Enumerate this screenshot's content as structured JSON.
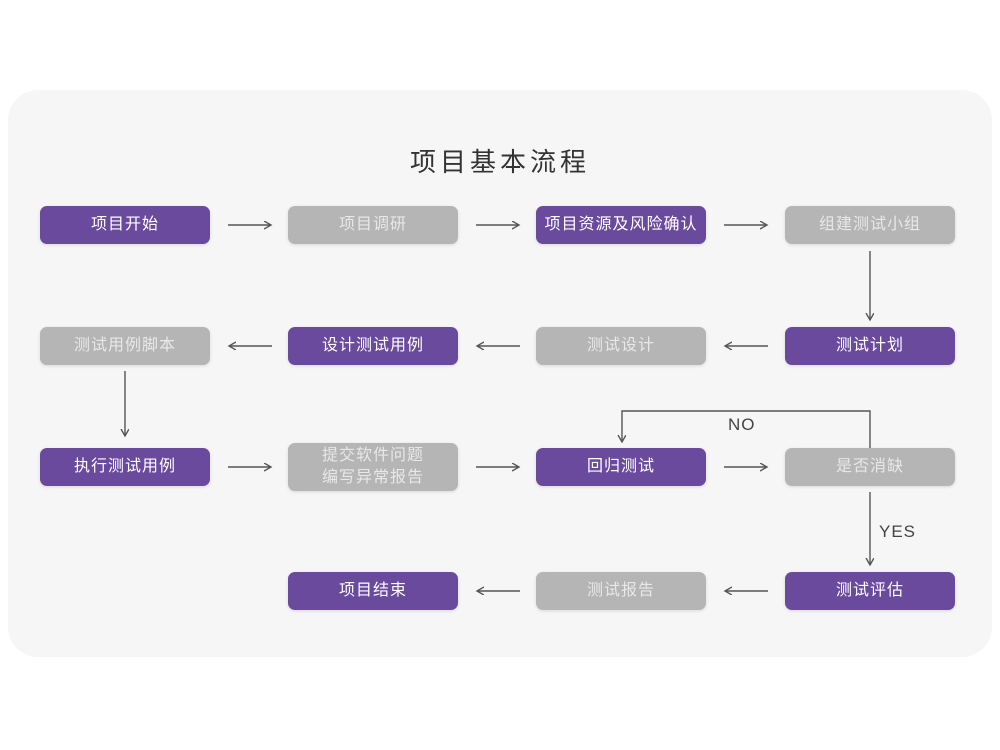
{
  "title": "项目基本流程",
  "colors": {
    "purple": "#6a4a9d",
    "gray": "#b5b5b5",
    "card_bg": "#f6f6f7",
    "arrow": "#555555"
  },
  "edge_labels": {
    "no": "NO",
    "yes": "YES"
  },
  "nodes": {
    "r1c1": {
      "label": "项目开始",
      "variant": "purple"
    },
    "r1c2": {
      "label": "项目调研",
      "variant": "gray"
    },
    "r1c3": {
      "label": "项目资源及风险确认",
      "variant": "purple"
    },
    "r1c4": {
      "label": "组建测试小组",
      "variant": "gray"
    },
    "r2c1": {
      "label": "测试用例脚本",
      "variant": "gray"
    },
    "r2c2": {
      "label": "设计测试用例",
      "variant": "purple"
    },
    "r2c3": {
      "label": "测试设计",
      "variant": "gray"
    },
    "r2c4": {
      "label": "测试计划",
      "variant": "purple"
    },
    "r3c1": {
      "label": "执行测试用例",
      "variant": "purple"
    },
    "r3c2": {
      "label": "提交软件问题\n编写异常报告",
      "variant": "gray"
    },
    "r3c3": {
      "label": "回归测试",
      "variant": "purple"
    },
    "r3c4": {
      "label": "是否消缺",
      "variant": "gray"
    },
    "r4c2": {
      "label": "项目结束",
      "variant": "purple"
    },
    "r4c3": {
      "label": "测试报告",
      "variant": "gray"
    },
    "r4c4": {
      "label": "测试评估",
      "variant": "purple"
    }
  }
}
